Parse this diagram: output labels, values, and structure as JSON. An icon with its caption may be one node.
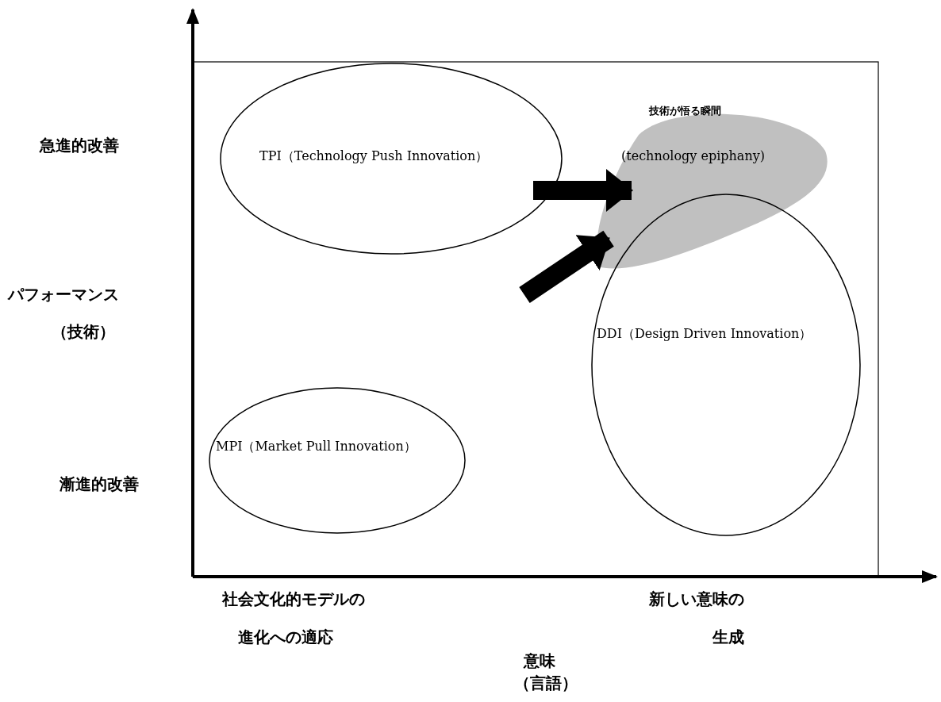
{
  "diagram": {
    "nodes": [
      {
        "text": [
          "TPI（Technology Push Innovation）"
        ]
      },
      {
        "text": [
          "技術が悟る瞬間",
          "(technology epiphany)"
        ]
      },
      {
        "text": [
          "DDI（Design Driven Innovation）"
        ]
      },
      {
        "text": [
          "MPI（Market Pull Innovation）"
        ]
      }
    ],
    "edges": [
      {
        "from": 0,
        "to": 1,
        "arrow": "to"
      },
      {
        "from": null,
        "to": 1,
        "arrow": "to"
      }
    ],
    "labels": [
      "急進的改善",
      "パフォーマンス",
      "（技術）",
      "漸進的改善",
      "社会文化的モデルの",
      "新しい意味の",
      "進化への適応",
      "生成",
      "意味",
      "（言語）"
    ]
  }
}
